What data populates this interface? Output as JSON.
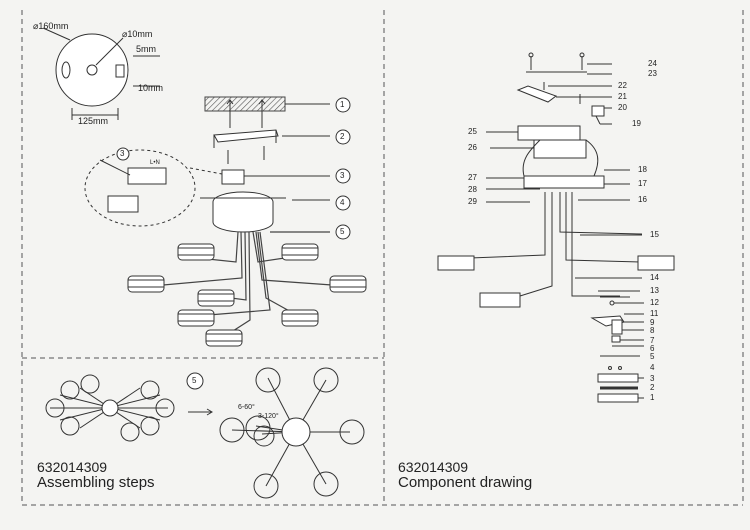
{
  "left_panel": {
    "product_code": "632014309",
    "caption": "Assembling steps",
    "dimensions": {
      "diameter": "⌀160mm",
      "hole_diameter": "⌀10mm",
      "slot_width": "5mm",
      "slot_length": "10mm",
      "hole_spacing": "125mm"
    },
    "step_labels": [
      "1",
      "2",
      "3",
      "4",
      "5"
    ],
    "detail_step": "3",
    "detail_wire_tag": "L•N",
    "angle_step": "5",
    "angle_range_1": "6-60°",
    "angle_range_2": "3-120°"
  },
  "right_panel": {
    "product_code": "632014309",
    "caption": "Component drawing",
    "part_numbers": [
      "1",
      "2",
      "3",
      "4",
      "5",
      "6",
      "7",
      "8",
      "9",
      "10",
      "11",
      "12",
      "13",
      "14",
      "15",
      "16",
      "17",
      "18",
      "19",
      "20",
      "21",
      "22",
      "23",
      "24",
      "25",
      "26",
      "27",
      "28",
      "29"
    ]
  },
  "colors": {
    "ink": "#2a2a2a",
    "paper": "#f4f4f2",
    "hatch": "#555555"
  }
}
